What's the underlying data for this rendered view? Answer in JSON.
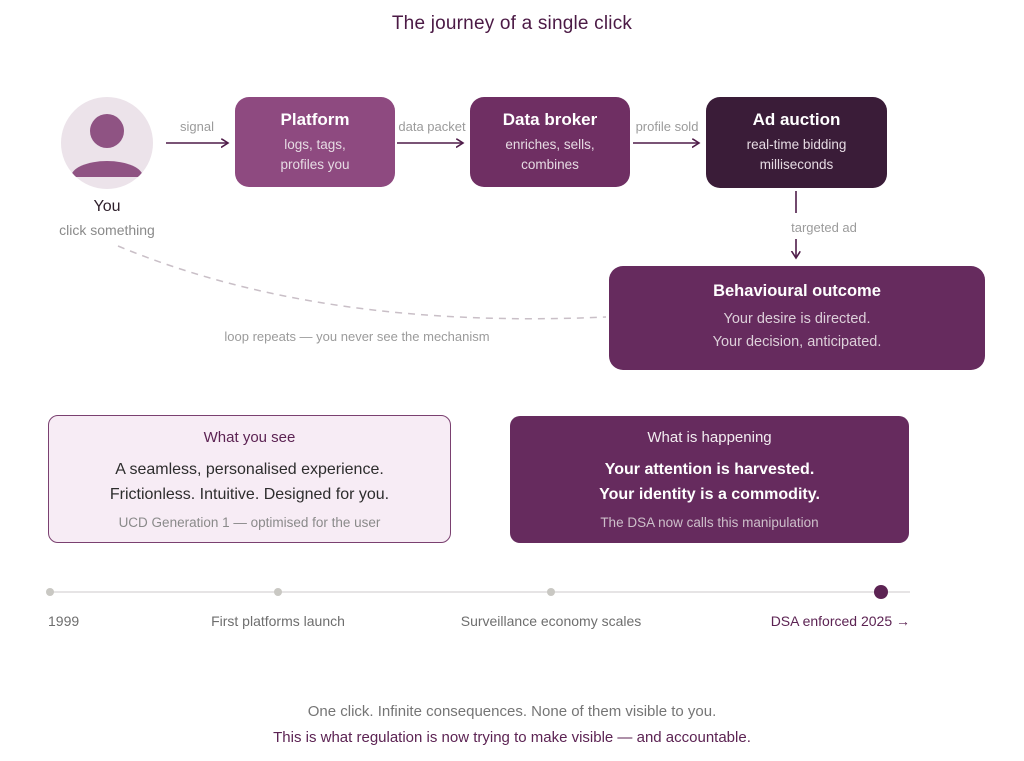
{
  "title": "The journey of a single click",
  "palette": {
    "accent": "#5c2353",
    "title_text": "#4b1a45",
    "node_platform": "#8e4a80",
    "node_data_broker": "#6f2f63",
    "node_ad_auction": "#3a1c38",
    "node_outcome": "#662b5e",
    "card_light_bg": "#f7ecf5",
    "arrow": "#4f1c49",
    "muted_label": "#9b9b9b"
  },
  "flow": {
    "you": {
      "label": "You",
      "sublabel": "click something"
    },
    "arrow_labels": {
      "signal": "signal",
      "data_packet": "data packet",
      "profile_sold": "profile sold",
      "targeted_ad": "targeted ad"
    },
    "nodes": [
      {
        "title": "Platform",
        "lines": [
          "logs, tags,",
          "profiles you"
        ]
      },
      {
        "title": "Data broker",
        "lines": [
          "enriches, sells,",
          "combines"
        ]
      },
      {
        "title": "Ad auction",
        "lines": [
          "real-time bidding",
          "milliseconds"
        ]
      }
    ],
    "outcome": {
      "title": "Behavioural outcome",
      "lines": [
        "Your desire is directed.",
        "Your decision, anticipated."
      ]
    },
    "loop_label": "loop repeats — you never see the mechanism"
  },
  "cards": [
    {
      "title": "What you see",
      "lines": [
        "A seamless, personalised experience.",
        "Frictionless. Intuitive. Designed for you."
      ],
      "footer": "UCD Generation 1 — optimised for the user"
    },
    {
      "title": "What is happening",
      "lines": [
        "Your attention is harvested.",
        "Your identity is a commodity."
      ],
      "footer": "The DSA now calls this manipulation"
    }
  ],
  "timeline": {
    "events": [
      {
        "label": "1999"
      },
      {
        "label": "First platforms launch"
      },
      {
        "label": "Surveillance economy scales"
      },
      {
        "label": "DSA enforced 2025 →"
      }
    ]
  },
  "footer": {
    "line1": "One click. Infinite consequences. None of them visible to you.",
    "line2": "This is what regulation is now trying to make visible — and accountable."
  }
}
